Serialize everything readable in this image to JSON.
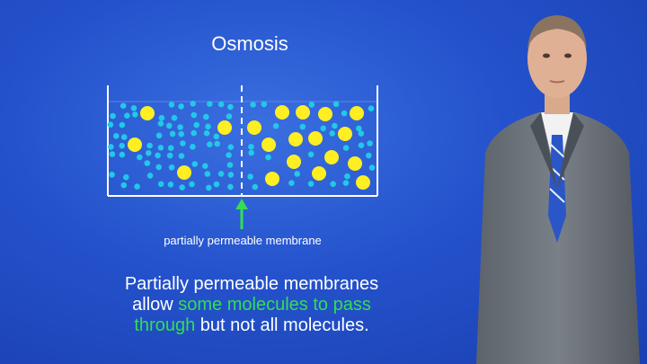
{
  "slide": {
    "title": "Osmosis",
    "membrane_label": "partially permeable membrane",
    "caption": {
      "line1": "Partially permeable membranes",
      "line2_pre": "allow ",
      "line2_hl": "some molecules to pass",
      "line3_hl": "through",
      "line3_post": " but not all molecules."
    },
    "colors": {
      "background": "#2452cc",
      "water_molecule": "#22c8e8",
      "solute_molecule": "#ffee22",
      "membrane_arrow": "#33dd55",
      "highlight_text": "#33dd55"
    }
  }
}
